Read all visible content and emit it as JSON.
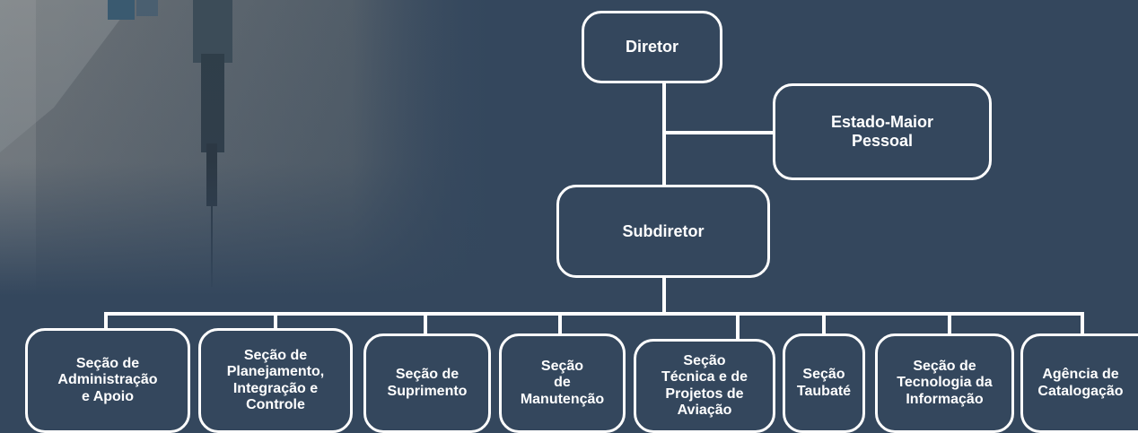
{
  "colors": {
    "background": "#34475d",
    "box_border": "#ffffff",
    "line": "#ffffff",
    "text": "#ffffff"
  },
  "org": {
    "director": "Diretor",
    "staff": "Estado-Maior\nPessoal",
    "deputy": "Subdiretor",
    "sections": [
      "Seção de\nAdministração\ne Apoio",
      "Seção de\nPlanejamento,\nIntegração e\nControle",
      "Seção de\nSuprimento",
      "Seção\nde\nManutenção",
      "Seção\nTécnica e de\nProjetos de\nAviação",
      "Seção\nTaubaté",
      "Seção de\nTecnologia da\nInformação",
      "Agência de\nCatalogação"
    ]
  }
}
